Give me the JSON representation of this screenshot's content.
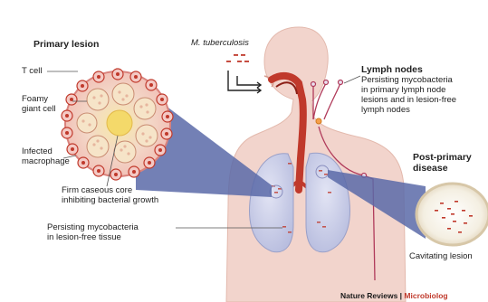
{
  "labels": {
    "primary_lesion": "Primary lesion",
    "t_cell": "T cell",
    "foamy_giant_cell_1": "Foamy",
    "foamy_giant_cell_2": "giant cell",
    "infected_macrophage_1": "Infected",
    "infected_macrophage_2": "macrophage",
    "caseous_core_1": "Firm caseous core",
    "caseous_core_2": "inhibiting bacterial growth",
    "persisting_1": "Persisting mycobacteria",
    "persisting_2": "in lesion-free tissue",
    "m_tuberculosis": "M. tuberculosis",
    "lymph_nodes": "Lymph nodes",
    "lymph_desc_1": "Persisting mycobacteria",
    "lymph_desc_2": "in primary lymph node",
    "lymph_desc_3": "lesions and in lesion-free",
    "lymph_desc_4": "lymph nodes",
    "post_primary_1": "Post-primary",
    "post_primary_2": "disease",
    "cavitating_lesion": "Cavitating lesion",
    "credit_a": "Nature Reviews",
    "credit_sep": " | ",
    "credit_b": "Microbiolog"
  },
  "colors": {
    "body_fill": "#f2d4cc",
    "lung_fill": "#ccd0e8",
    "airway": "#c0392b",
    "granuloma_ring": "#e8908a",
    "caseous_core": "#f4d96a",
    "zoom_cone": "#5b6aa8"
  }
}
